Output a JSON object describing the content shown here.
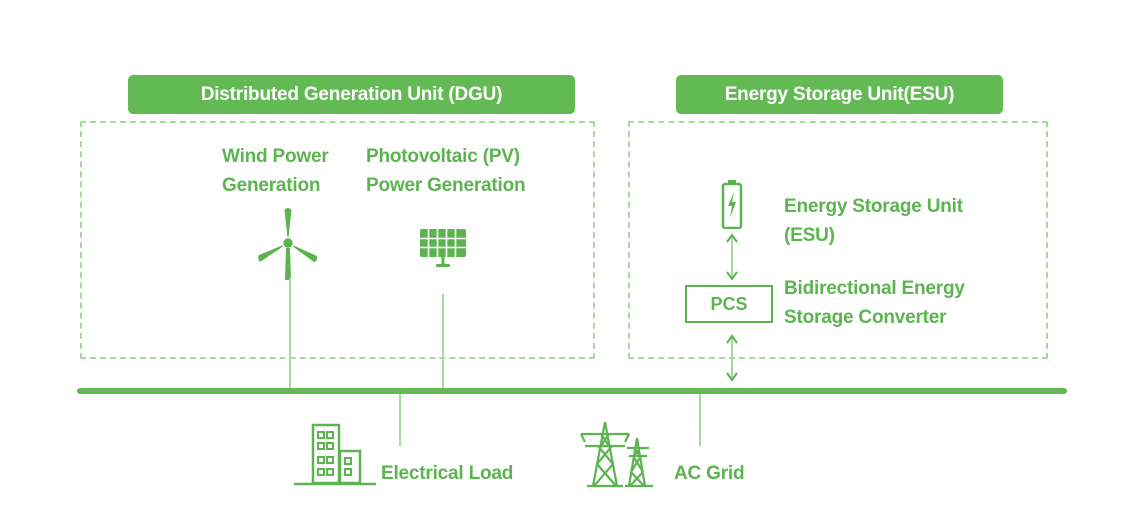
{
  "dgu": {
    "title": "Distributed Generation Unit (DGU)",
    "wind": {
      "line1": "Wind Power",
      "line2": "Generation",
      "icon": "wind-turbine-icon"
    },
    "pv": {
      "line1": "Photovoltaic (PV)",
      "line2": "Power Generation",
      "icon": "solar-panel-icon"
    }
  },
  "esu": {
    "title": "Energy Storage Unit(ESU)",
    "storage": {
      "line1": "Energy Storage Unit",
      "line2": "(ESU)",
      "icon": "battery-icon"
    },
    "pcs": {
      "box_label": "PCS",
      "line1": "Bidirectional Energy",
      "line2": "Storage Converter"
    }
  },
  "load": {
    "label": "Electrical Load",
    "icon": "building-icon"
  },
  "grid": {
    "label": "AC Grid",
    "icon": "transmission-tower-icon"
  },
  "colors": {
    "accent": "#63b954",
    "text": "#5cb450",
    "light": "#a8d9a0"
  }
}
